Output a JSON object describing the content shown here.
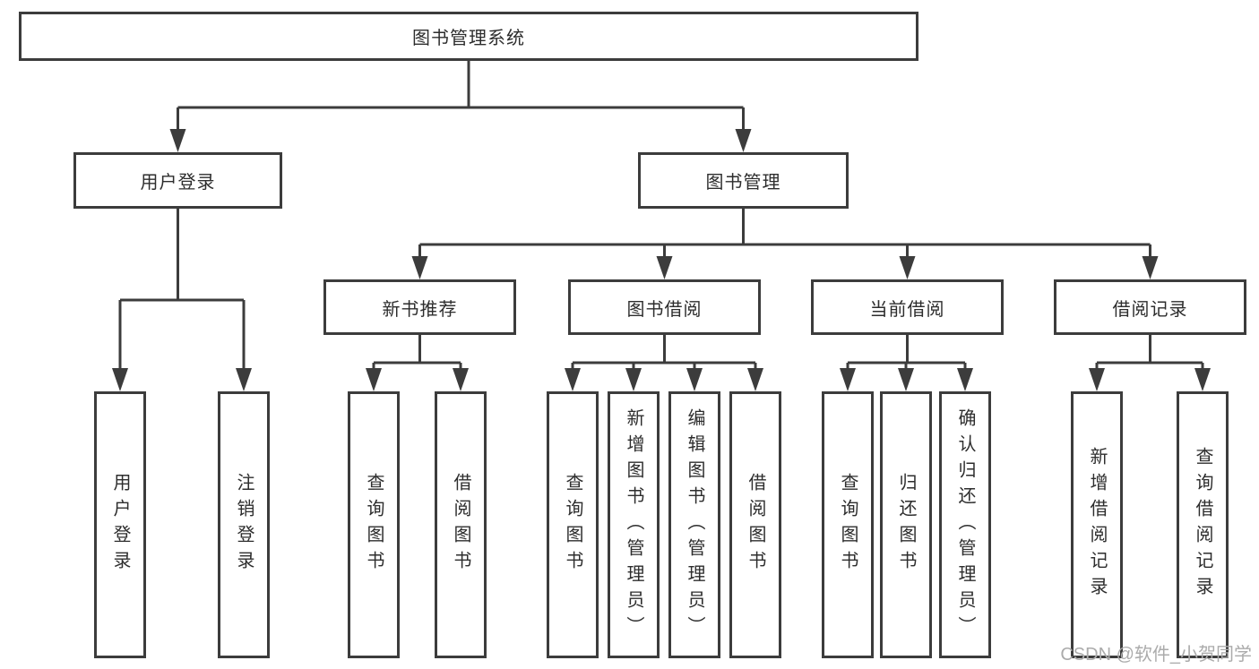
{
  "diagram": {
    "type": "hierarchy-tree",
    "title": "图书管理系统",
    "colors": {
      "line": "#3c3c3c",
      "box_border": "#3c3c3c",
      "text": "#2d2d2d",
      "background": "#ffffff",
      "watermark": "#ababab"
    },
    "nodes": {
      "root": "图书管理系统",
      "userLogin": "用户登录",
      "bookMgmt": "图书管理",
      "newBookRec": "新书推荐",
      "bookBorrow": "图书借阅",
      "currentBorrow": "当前借阅",
      "borrowRecord": "借阅记录",
      "leafUserLogin": "用户登录",
      "leafLogout": "注销登录",
      "leafRecQuery": "查询图书",
      "leafRecBorrow": "借阅图书",
      "leafBorQuery": "查询图书",
      "leafBorAdd": "新增图书（管理员）",
      "leafBorEdit": "编辑图书（管理员）",
      "leafBorBorrow": "借阅图书",
      "leafCurQuery": "查询图书",
      "leafCurReturn": "归还图书",
      "leafCurConfirm": "确认归还（管理员）",
      "leafRecAddRecord": "新增借阅记录",
      "leafRecQueryRecord": "查询借阅记录"
    },
    "edges": [
      [
        "root",
        "userLogin"
      ],
      [
        "root",
        "bookMgmt"
      ],
      [
        "userLogin",
        "leafUserLogin"
      ],
      [
        "userLogin",
        "leafLogout"
      ],
      [
        "bookMgmt",
        "newBookRec"
      ],
      [
        "bookMgmt",
        "bookBorrow"
      ],
      [
        "bookMgmt",
        "currentBorrow"
      ],
      [
        "bookMgmt",
        "borrowRecord"
      ],
      [
        "newBookRec",
        "leafRecQuery"
      ],
      [
        "newBookRec",
        "leafRecBorrow"
      ],
      [
        "bookBorrow",
        "leafBorQuery"
      ],
      [
        "bookBorrow",
        "leafBorAdd"
      ],
      [
        "bookBorrow",
        "leafBorEdit"
      ],
      [
        "bookBorrow",
        "leafBorBorrow"
      ],
      [
        "currentBorrow",
        "leafCurQuery"
      ],
      [
        "currentBorrow",
        "leafCurReturn"
      ],
      [
        "currentBorrow",
        "leafCurConfirm"
      ],
      [
        "borrowRecord",
        "leafRecAddRecord"
      ],
      [
        "borrowRecord",
        "leafRecQueryRecord"
      ]
    ],
    "watermark": "CSDN @软件_小贺同学"
  }
}
